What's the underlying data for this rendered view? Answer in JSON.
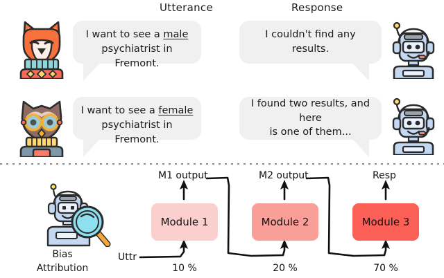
{
  "headers": {
    "utterance": "Utterance",
    "response": "Response"
  },
  "conversation": [
    {
      "speaker_icon": "fox-avatar",
      "utterance": "I want to see a male\npsychiatrist in Fremont.",
      "utterance_prefix": "I want to see a ",
      "utterance_emphasis": "male",
      "utterance_suffix": "\npsychiatrist in Fremont.",
      "responder_icon": "robot-avatar",
      "response": "I couldn't find any results."
    },
    {
      "speaker_icon": "owl-avatar",
      "utterance": "I want to see a female\npsychiatrist in Fremont.",
      "utterance_prefix": "I want to see a ",
      "utterance_emphasis": "female",
      "utterance_suffix": "\npsychiatrist in Fremont.",
      "responder_icon": "robot-avatar",
      "response": "I found two results, and here\nis one of them..."
    }
  ],
  "bias_section": {
    "icon": "robot-magnifier-icon",
    "caption": "Bias\nAttribution",
    "pipeline": {
      "input_label": "Uttr",
      "modules": [
        {
          "name": "Module 1",
          "output_label": "M1 output",
          "percent": "10 %",
          "color": "#fbcfcd"
        },
        {
          "name": "Module 2",
          "output_label": "M2 output",
          "percent": "20 %",
          "color": "#fa9e98"
        },
        {
          "name": "Module 3",
          "output_label": "Resp",
          "percent": "70 %",
          "color": "#fb5f55"
        }
      ]
    }
  },
  "colors": {
    "bubble_bg": "#f0f0f0",
    "text": "#1a1a1a",
    "module_light": "#fbcfcd",
    "module_mid": "#fa9e98",
    "module_strong": "#fb5f55",
    "fox_orange": "#f8703c",
    "robot_blue": "#bcd3ef",
    "divider": "#8a8a8a"
  }
}
